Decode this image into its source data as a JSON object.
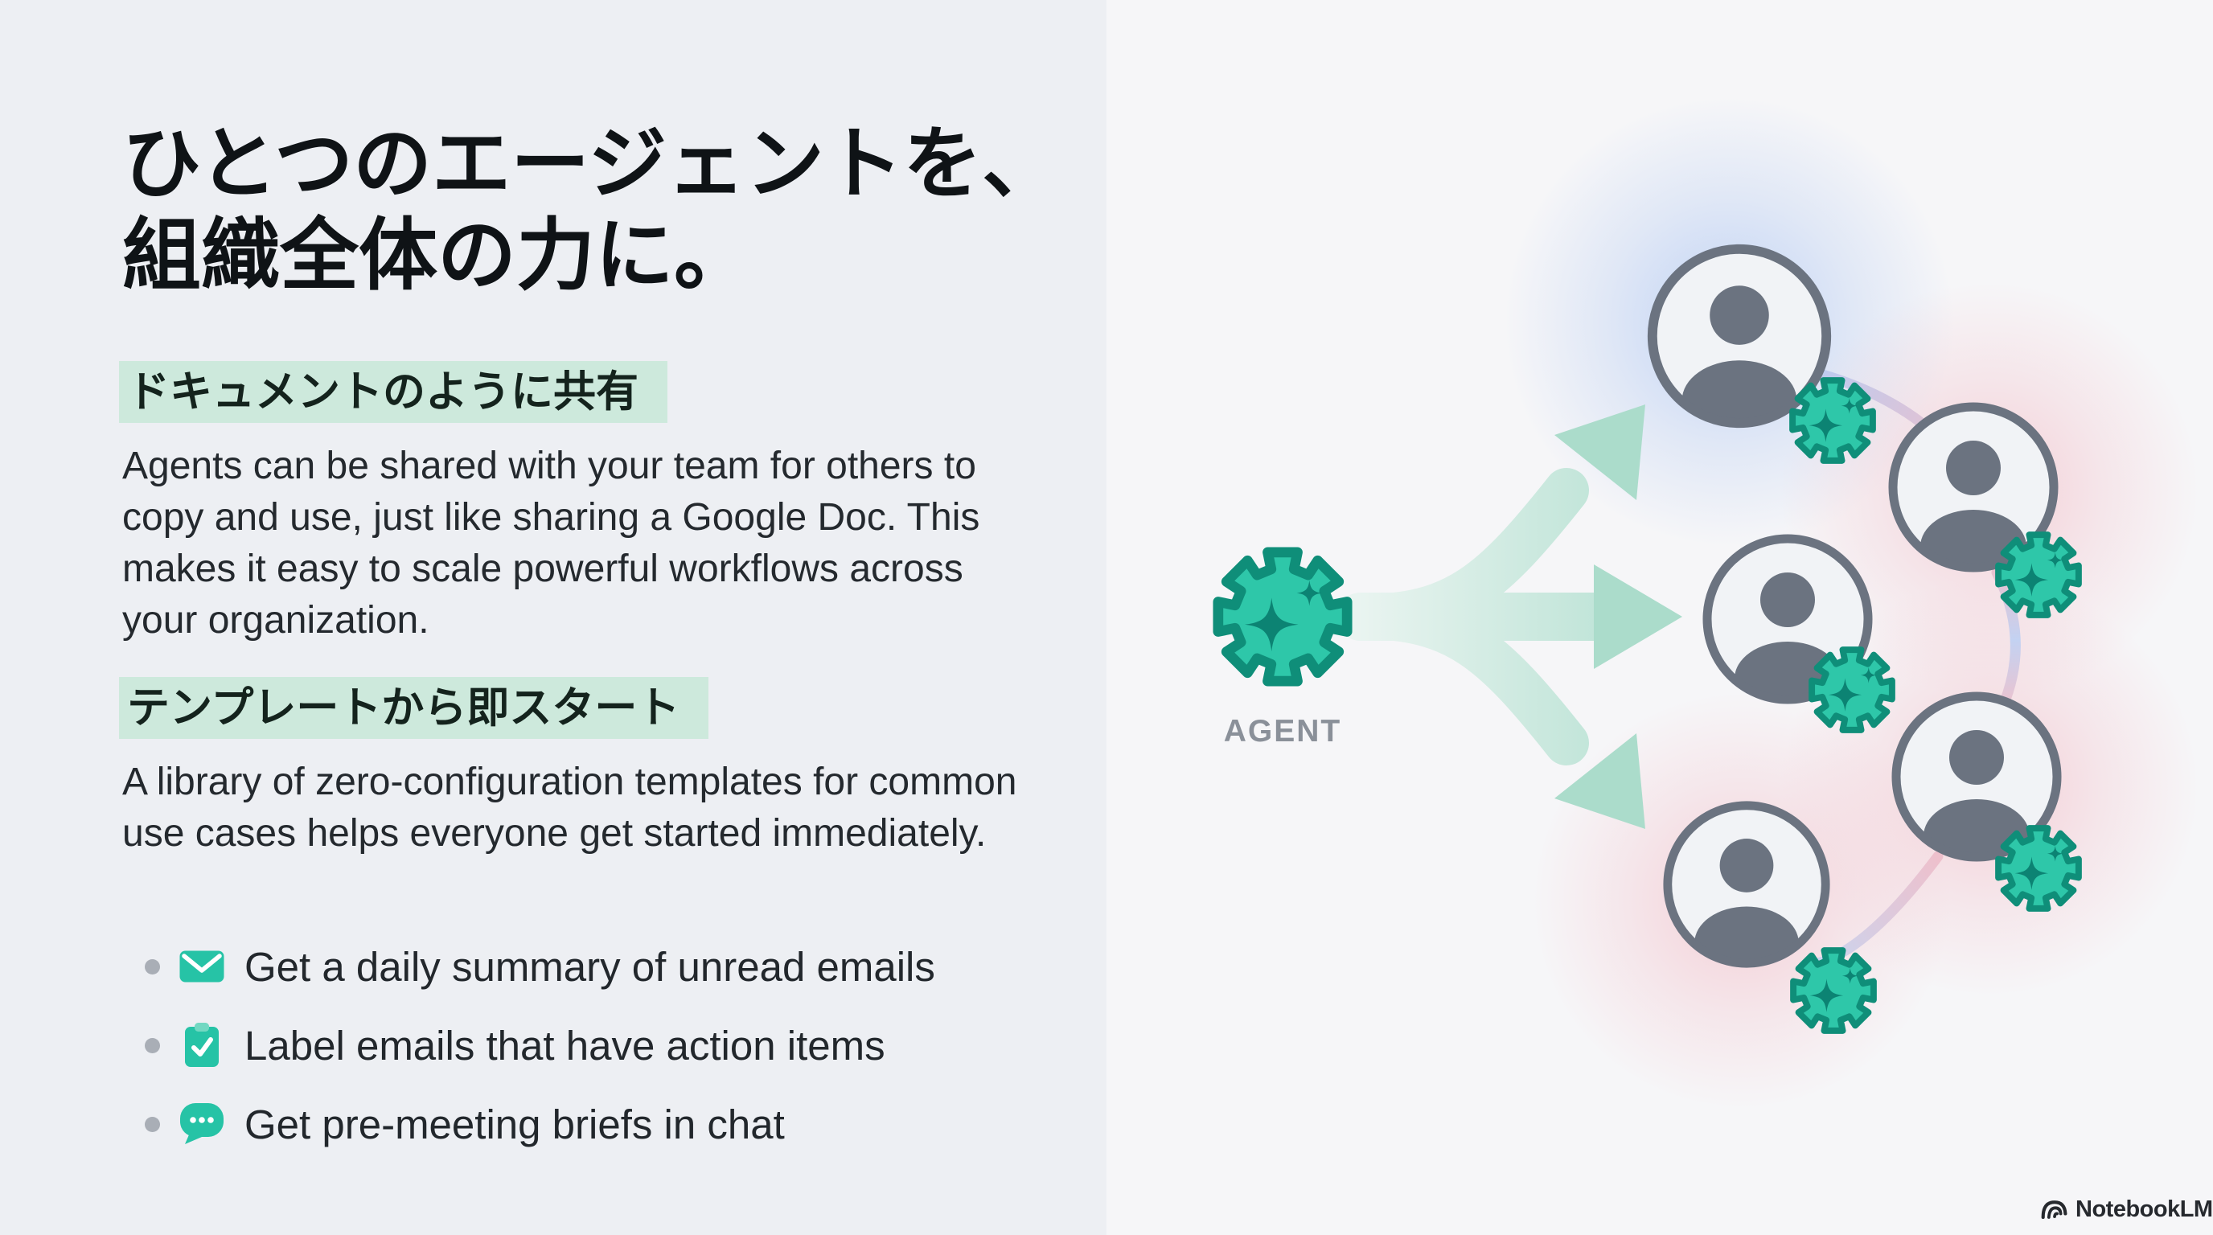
{
  "slide": {
    "title": {
      "line1": "ひとつのエージェントを、",
      "line2": "組織全体の力に。"
    },
    "sections": [
      {
        "heading": "ドキュメントのように共有",
        "body": "Agents can be shared with your team for others to copy and use, just like sharing a Google Doc. This makes it easy to scale powerful workflows across your organization."
      },
      {
        "heading": "テンプレートから即スタート",
        "body": "A library of zero-configuration templates for common use cases helps everyone get started immediately."
      }
    ],
    "bullets": [
      {
        "icon": "envelope-icon",
        "text": "Get a daily summary of unread emails"
      },
      {
        "icon": "clipboard-check-icon",
        "text": "Label emails that have action items"
      },
      {
        "icon": "chat-bubble-icon",
        "text": "Get pre-meeting briefs in chat"
      }
    ],
    "diagram": {
      "agent_label": "AGENT",
      "user_count": 5,
      "badge_icon": "sparkle-gear-icon"
    },
    "footer": {
      "brand": "NotebookLM"
    },
    "colors": {
      "teal": "#26c3a6",
      "teal_dark": "#0f8e79",
      "highlight_mint": "#cde9dc",
      "arrow_mint": "#b2dfd0",
      "avatar_gray": "#6b7380",
      "glow_blue": "#adc6f2",
      "glow_pink": "#f3bdc7",
      "bg_left": "#edeff3",
      "bg_right": "#f6f6f8",
      "text_dark": "#0f1316",
      "label_gray": "#8a9099"
    }
  }
}
